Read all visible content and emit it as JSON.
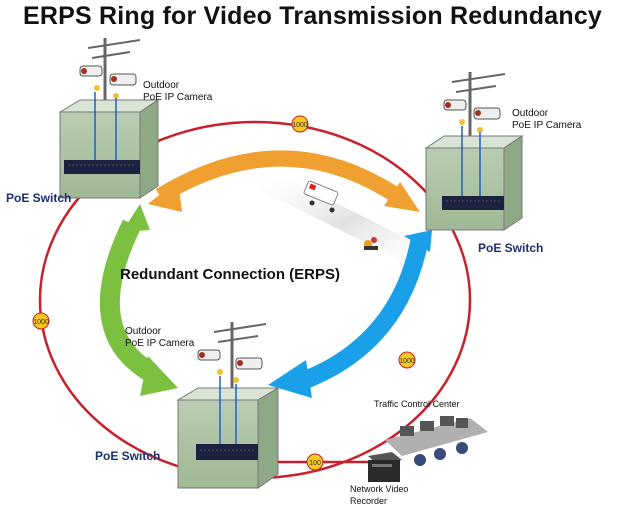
{
  "title": "ERPS Ring for Video Transmission Redundancy",
  "center_label": "Redundant Connection (ERPS)",
  "sites": [
    {
      "camera_label_line1": "Outdoor",
      "camera_label_line2": "PoE IP Camera",
      "switch_label": "PoE Switch"
    },
    {
      "camera_label_line1": "Outdoor",
      "camera_label_line2": "PoE IP Camera",
      "switch_label": "PoE Switch"
    },
    {
      "camera_label_line1": "Outdoor",
      "camera_label_line2": "PoE IP Camera",
      "switch_label": "PoE Switch"
    }
  ],
  "links": {
    "top": "1000",
    "left": "1000",
    "right": "1000",
    "nvr": "100"
  },
  "control_center_label": "Traffic Control Center",
  "nvr_label_line1": "Network Video",
  "nvr_label_line2": "Recorder",
  "colors": {
    "ring": "#c8202a",
    "arrow_orange": "#f0a030",
    "arrow_blue": "#1aa0e8",
    "arrow_green": "#7cc040",
    "switch_label": "#1c2f6e",
    "badge": "#f7c820"
  }
}
